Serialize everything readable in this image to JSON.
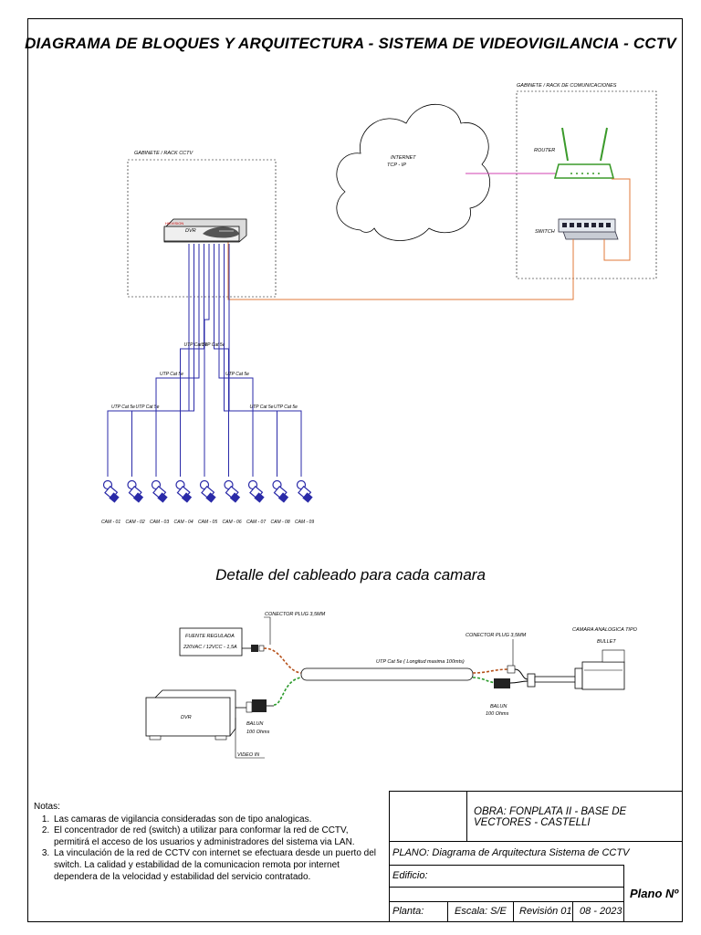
{
  "title": "DIAGRAMA DE BLOQUES Y ARQUITECTURA - SISTEMA DE VIDEOVIGILANCIA - CCTV",
  "block_diagram": {
    "rack_cctv_label": "GABINETE / RACK CCTV",
    "rack_comms_label": "GABINETE / RACK DE COMUNICACIONES",
    "internet_label": "INTERNET",
    "internet_sublabel": "TCP - IP",
    "router_label": "ROUTER",
    "switch_label": "SWITCH",
    "dvr_label": "DVR",
    "dvr_brand": "HIKVISION",
    "cable_label": "UTP Cat 5e",
    "cameras": [
      "CAM - 01",
      "CAM - 02",
      "CAM - 03",
      "CAM - 04",
      "CAM - 05",
      "CAM - 06",
      "CAM - 07",
      "CAM - 08",
      "CAM - 09"
    ]
  },
  "detail": {
    "title": "Detalle del cableado para cada camara",
    "connector_left": "CONECTOR PLUG 3,5MM",
    "connector_right": "CONECTOR PLUG 3,5MM",
    "power_supply_line1": "FUENTE REGULADA",
    "power_supply_line2": "220VAC / 12VCC - 1,5A",
    "cable": "UTP Cat 5e ( Longitud maxima 100mts)",
    "camera_line1": "CAMARA ANALOGICA TIPO",
    "camera_line2": "BULLET",
    "balun_left": "BALUN",
    "balun_left_ohms": "100 Ohms",
    "balun_right": "BALUN",
    "balun_right_ohms": "100 Ohms",
    "dvr": "DVR",
    "video_in": "VIDEO IN"
  },
  "notes": {
    "heading": "Notas:",
    "items": [
      "Las camaras de vigilancia consideradas son de tipo analogicas.",
      "El concentrador de red (switch) a utilizar para conformar la red de CCTV, permitirá el acceso de los usuarios y administradores del sistema via LAN.",
      "La vinculación de la red de CCTV con internet se efectuara desde un puerto del switch. La calidad y estabilidad de la comunicacion remota por internet dependera de la velocidad y estabilidad del servicio contratado."
    ]
  },
  "title_block": {
    "obra": "OBRA: FONPLATA II - BASE DE VECTORES - CASTELLI",
    "plano": "PLANO: Diagrama de Arquitectura Sistema de CCTV",
    "edificio": "Edificio:",
    "planta": "Planta:",
    "escala": "Escala: S/E",
    "revision": "Revisión 01",
    "fecha": "08 - 2023",
    "plano_no": "Plano Nº"
  },
  "colors": {
    "utp": "#2a2aa8",
    "ethernet": "#e07a3a",
    "wan": "#d040b0",
    "power": "#b5501a",
    "video": "#2a9a2a"
  }
}
